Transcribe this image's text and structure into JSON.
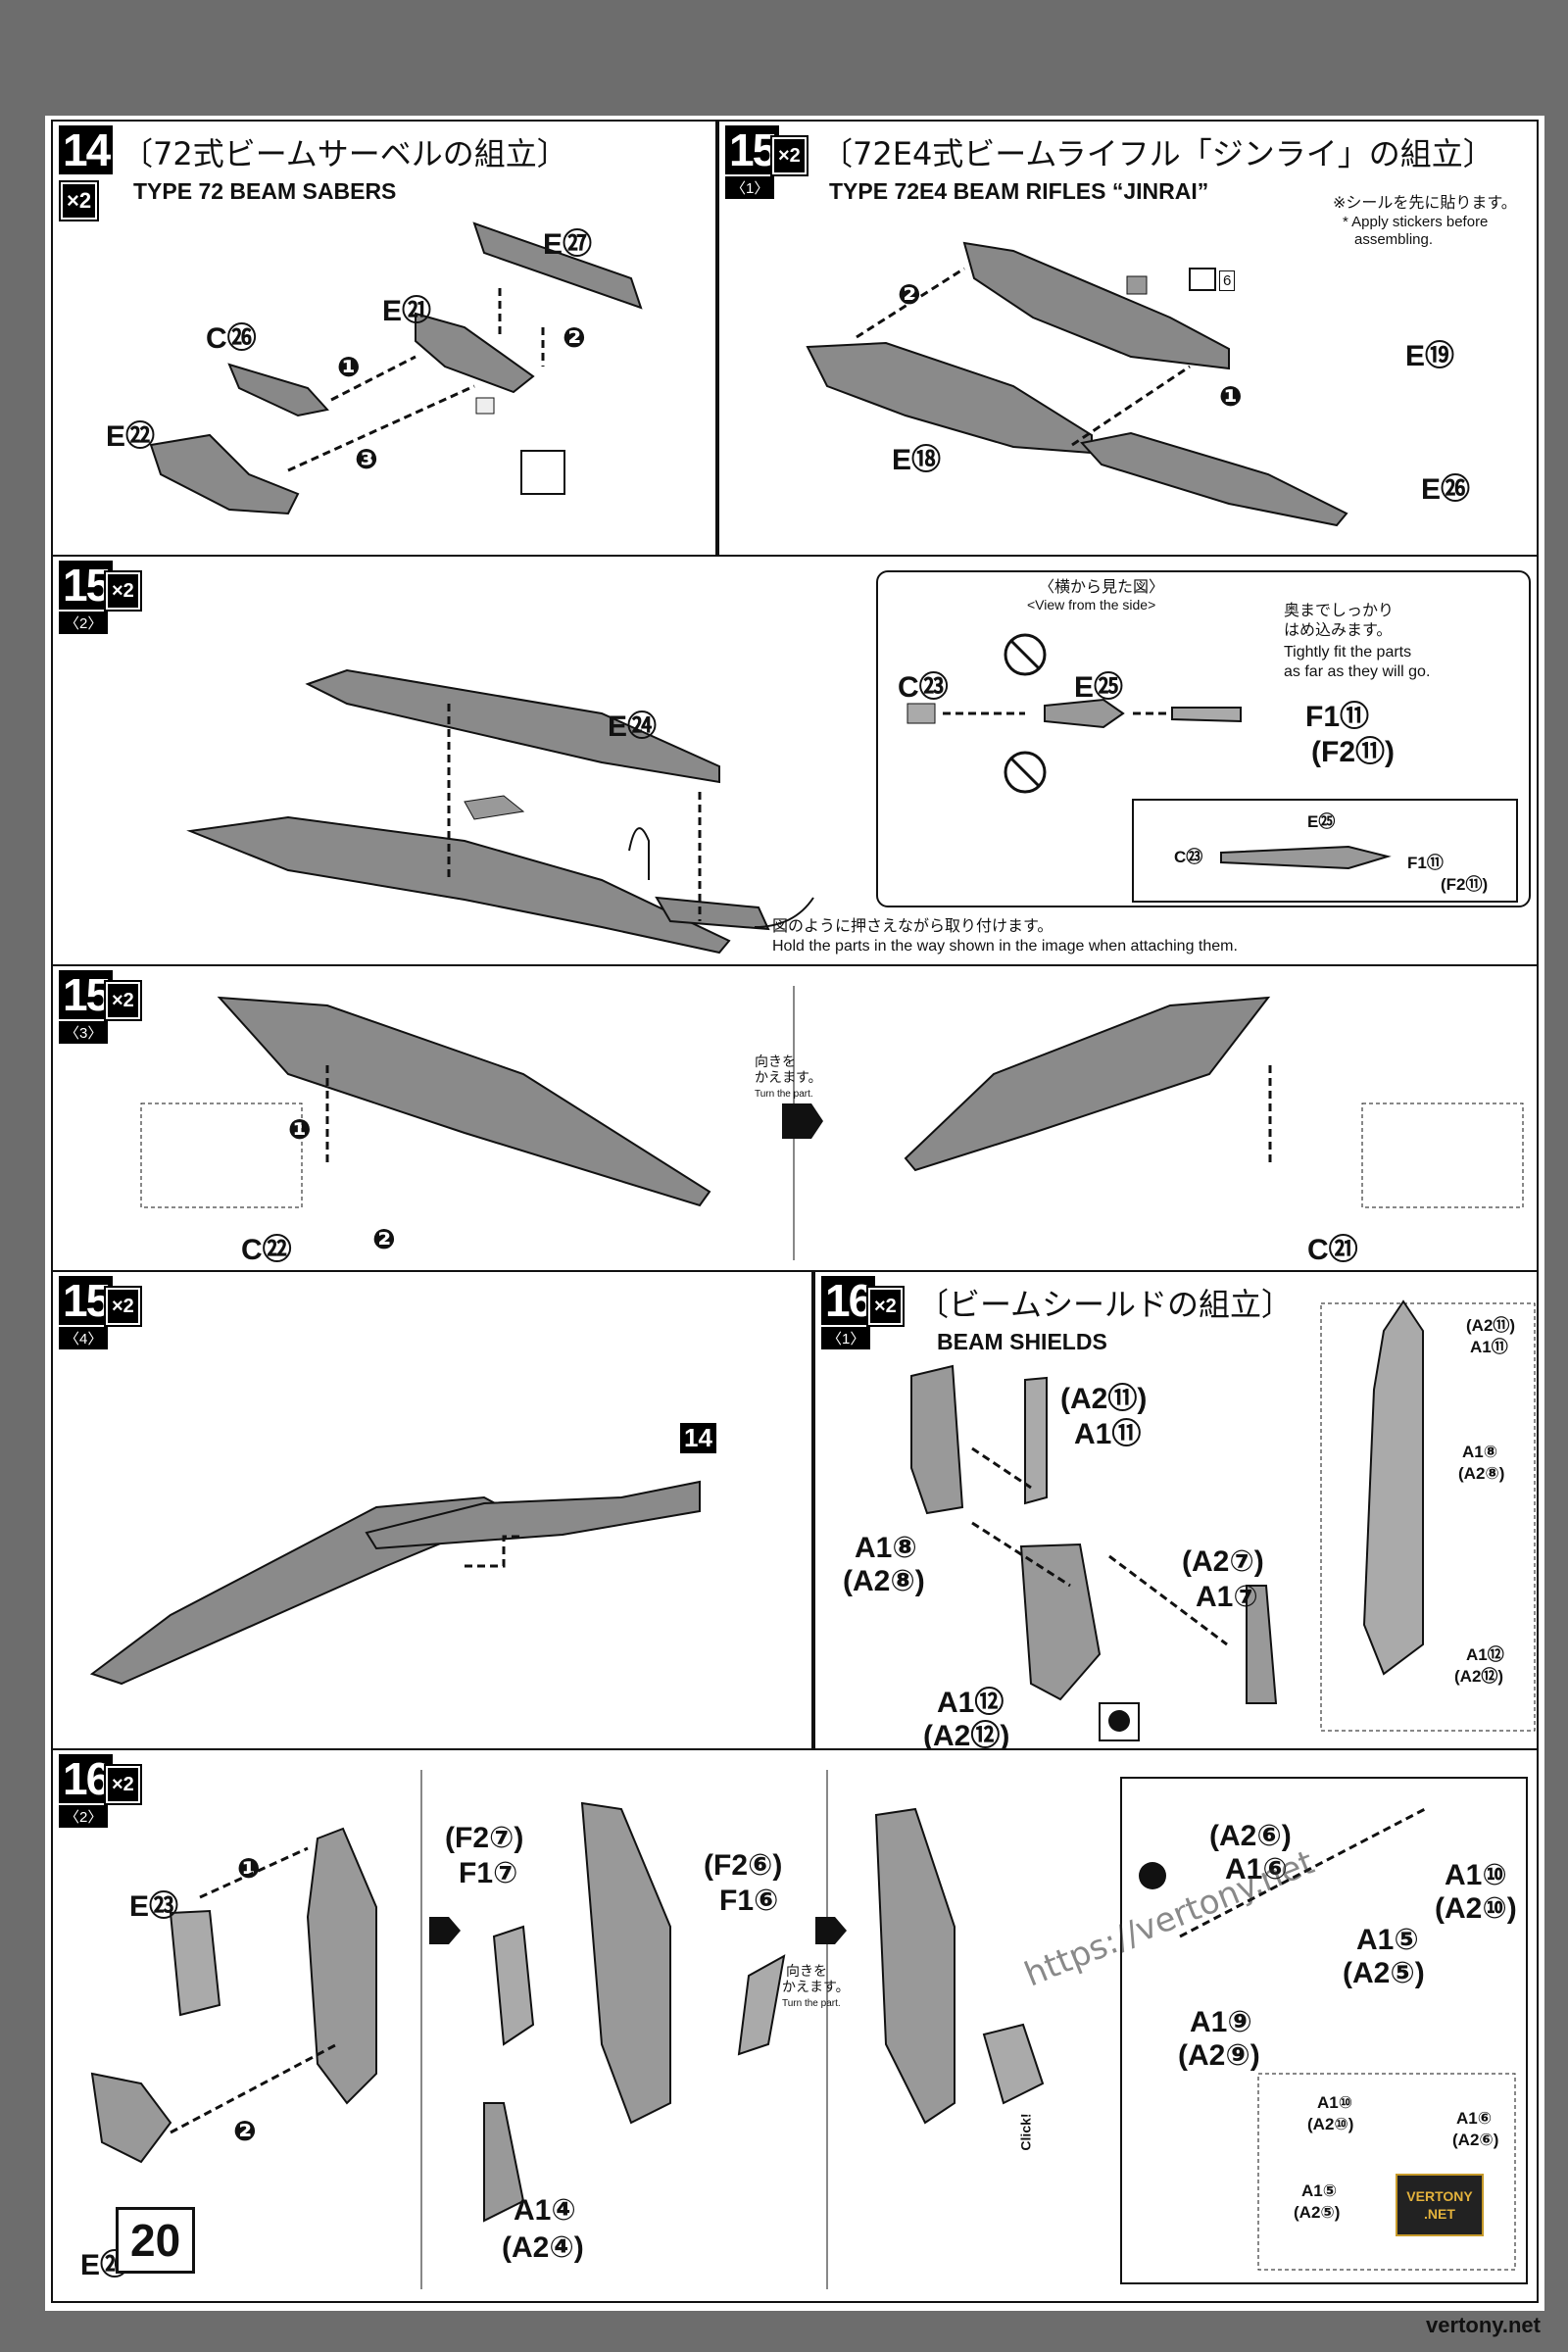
{
  "page_number": "20",
  "site_footer": "vertony.net",
  "logo_text": "VERTONY .NET",
  "watermark": "https://vertony.net",
  "steps": {
    "s14": {
      "number": "14",
      "times": "×2",
      "title_jp": "〔72式ビームサーベルの組立〕",
      "title_en": "TYPE 72 BEAM SABERS",
      "labels": [
        "E㉗",
        "E㉑",
        "C㉖",
        "E㉒"
      ],
      "order": [
        "❶",
        "❷",
        "❸"
      ]
    },
    "s15_1": {
      "number": "15",
      "sub": "〈1〉",
      "times": "×2",
      "title_jp": "〔72E4式ビームライフル「ジンライ」の組立〕",
      "title_en": "TYPE 72E4 BEAM RIFLES “JINRAI”",
      "sticker_jp": "※シールを先に貼ります。",
      "sticker_en1": "* Apply stickers before",
      "sticker_en2": "assembling.",
      "sticker_no": "6",
      "labels": [
        "E⑲",
        "E⑱",
        "E㉖"
      ],
      "order": [
        "❷",
        "❶"
      ]
    },
    "s15_2": {
      "number": "15",
      "sub": "〈2〉",
      "times": "×2",
      "labels": [
        "E㉔"
      ],
      "side_view_jp": "〈横から見た図〉",
      "side_view_en": "<View from the side>",
      "fit_jp1": "奥までしっかり",
      "fit_jp2": "はめ込みます。",
      "fit_en1": "Tightly fit the parts",
      "fit_en2": "as far as they will go.",
      "inset_labels": [
        "C㉓",
        "E㉕",
        "F1⑪",
        "(F2⑪)"
      ],
      "detail_labels": [
        "E㉕",
        "C㉓",
        "F1⑪",
        "(F2⑪)"
      ],
      "hold_jp": "図のように押さえながら取り付けます。",
      "hold_en": "Hold the parts in the way shown in the image when attaching them."
    },
    "s15_3": {
      "number": "15",
      "sub": "〈3〉",
      "times": "×2",
      "turn_jp1": "向きを",
      "turn_jp2": "かえます。",
      "turn_en": "Turn the part.",
      "left_label": "C㉒",
      "right_label": "C㉑",
      "order": [
        "❶",
        "❷"
      ]
    },
    "s15_4": {
      "number": "15",
      "sub": "〈4〉",
      "times": "×2",
      "ref": "14"
    },
    "s16_1": {
      "number": "16",
      "sub": "〈1〉",
      "times": "×2",
      "title_jp": "〔ビームシールドの組立〕",
      "title_en": "BEAM SHIELDS",
      "labels": [
        "(A2⑪)",
        "A1⑪",
        "A1⑧",
        "(A2⑧)",
        "(A2⑦)",
        "A1⑦",
        "A1⑫",
        "(A2⑫)"
      ],
      "detail_labels": [
        "(A2⑪)",
        "A1⑪",
        "A1⑧",
        "(A2⑧)",
        "A1⑫",
        "(A2⑫)"
      ]
    },
    "s16_2": {
      "number": "16",
      "sub": "〈2〉",
      "times": "×2",
      "labels_a": [
        "E㉓",
        "E⑳"
      ],
      "labels_b": [
        "(F2⑦)",
        "F1⑦",
        "(F2⑥)",
        "F1⑥",
        "A1④",
        "(A2④)"
      ],
      "turn_jp1": "向きを",
      "turn_jp2": "かえます。",
      "turn_en": "Turn the part.",
      "click": "Click!",
      "labels_c": [
        "(A2⑥)",
        "A1⑥",
        "A1⑩",
        "(A2⑩)",
        "A1⑤",
        "(A2⑤)",
        "A1⑨",
        "(A2⑨)"
      ],
      "detail_labels": [
        "A1⑩",
        "(A2⑩)",
        "A1⑥",
        "(A2⑥)",
        "A1⑤",
        "(A2⑤)"
      ],
      "order": [
        "❶",
        "❷"
      ]
    }
  }
}
